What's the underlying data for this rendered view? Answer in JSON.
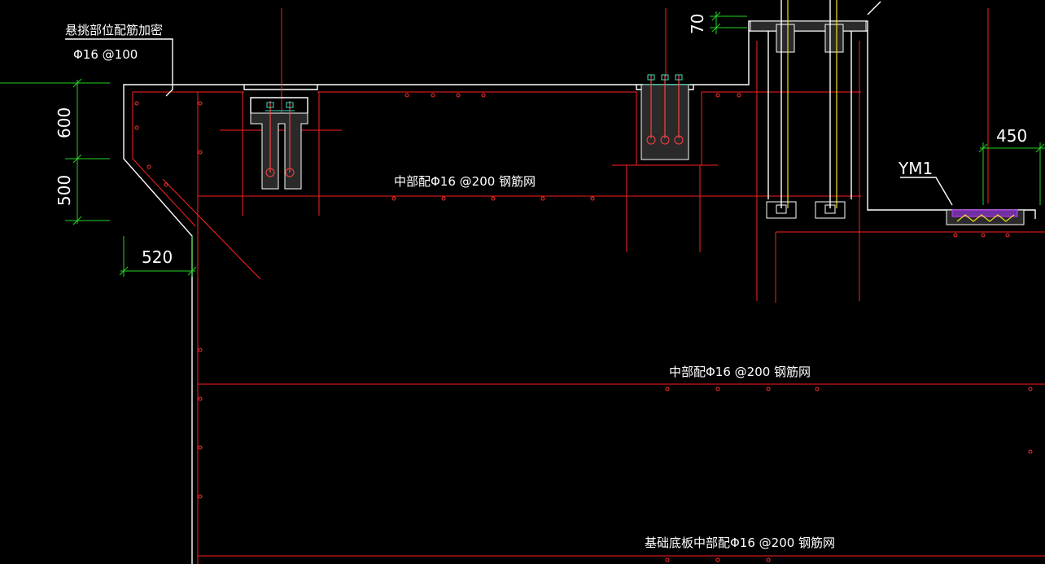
{
  "colors": {
    "background": "#000000",
    "outline": "#ffffff",
    "rebar": "#ff2020",
    "dimension": "#22d422",
    "anchor": "#f0e020",
    "membrane": "#c040ff"
  },
  "labels": {
    "cantilever_title": "悬挑部位配筋加密",
    "cantilever_spec": "Φ16 @100",
    "mid_mesh_top": "中部配Φ16 @200 钢筋网",
    "mid_mesh_middle": "中部配Φ16 @200 钢筋网",
    "base_mesh": "基础底板中部配Φ16 @200 钢筋网",
    "ym1": "YM1"
  },
  "dimensions": {
    "d600": "600",
    "d500": "500",
    "d520": "520",
    "d70": "70",
    "d450": "450"
  }
}
